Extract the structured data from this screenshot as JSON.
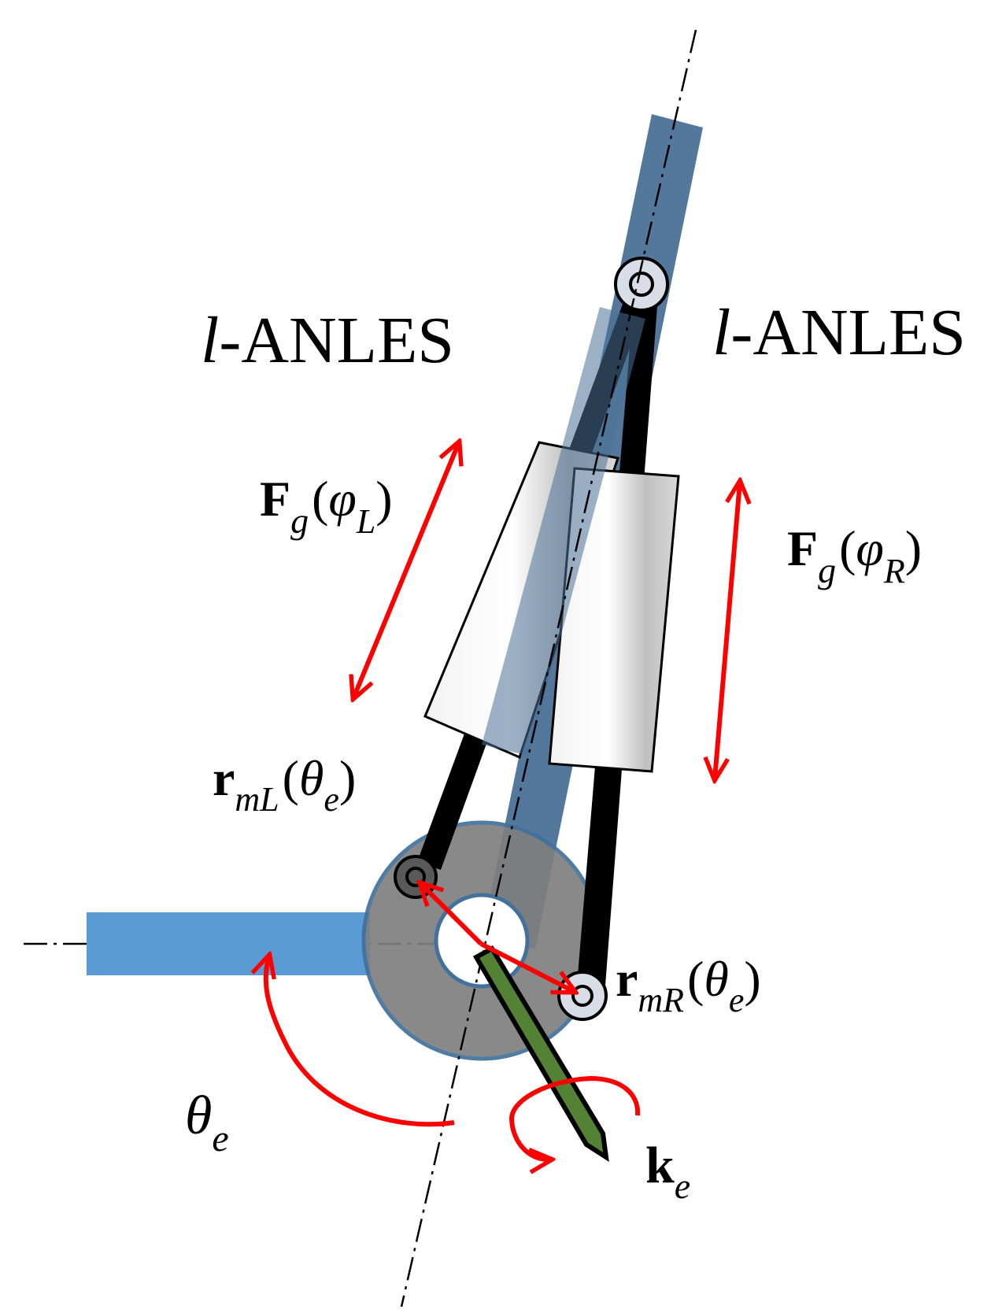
{
  "labels": {
    "left_title_italic": "l",
    "left_title_rest": "-ANLES",
    "right_title_italic": "l",
    "right_title_rest": "-ANLES",
    "force_left": {
      "main": "F",
      "sub": "g",
      "open": "(",
      "phi": "φ",
      "phi_sub": "L",
      "close": ")"
    },
    "force_right": {
      "main": "F",
      "sub": "g",
      "open": "(",
      "phi": "φ",
      "phi_sub": "R",
      "close": ")"
    },
    "moment_arm_left": {
      "main": "r",
      "sub": "mL",
      "open": "(",
      "theta": "θ",
      "theta_sub": "e",
      "close": ")"
    },
    "moment_arm_right": {
      "main": "r",
      "sub": "mR",
      "open": "(",
      "theta": "θ",
      "theta_sub": "e",
      "close": ")"
    },
    "joint_angle": {
      "theta": "θ",
      "theta_sub": "e"
    },
    "joint_axis": {
      "main": "k",
      "sub": "e"
    }
  },
  "colors": {
    "upper_link": "#4a7196",
    "lower_link": "#5b9bd5",
    "actuator_rod": "#000000",
    "pulley": "#7f7f7f",
    "pulley_rim": "#41719c",
    "arrow": "#ff0000",
    "axis_vector": "#548235"
  }
}
